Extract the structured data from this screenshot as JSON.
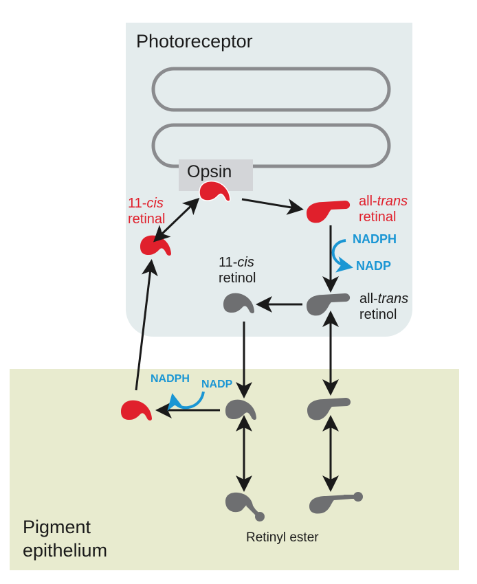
{
  "regions": {
    "photoreceptor": "Photoreceptor",
    "pigment_line1": "Pigment",
    "pigment_line2": "epithelium"
  },
  "opsin": "Opsin",
  "labels": {
    "cis_retinal_prefix": "11-",
    "cis_retinal_italic": "cis",
    "cis_retinal_line2": "retinal",
    "trans_retinal_prefix": "all-",
    "trans_retinal_italic": "trans",
    "trans_retinal_line2": "retinal",
    "cis_retinol_prefix": "11-",
    "cis_retinol_italic": "cis",
    "cis_retinol_line2": "retinol",
    "trans_retinol_prefix": "all-",
    "trans_retinol_italic": "trans",
    "trans_retinol_line2": "retinol",
    "retinyl_ester": "Retinyl ester"
  },
  "cofactors": {
    "top_nadph": "NADPH",
    "top_nadp": "NADP",
    "bottom_nadph": "NADPH",
    "bottom_nadp": "NADP"
  },
  "colors": {
    "retinal": "#e0202c",
    "retinol": "#6e6f71",
    "cofactor": "#1a96d4",
    "arrow": "#1a1a1a",
    "photoreceptor_bg": "#e4eced",
    "pigment_bg": "#e8ebcf",
    "disc": "#8a8b8e"
  }
}
